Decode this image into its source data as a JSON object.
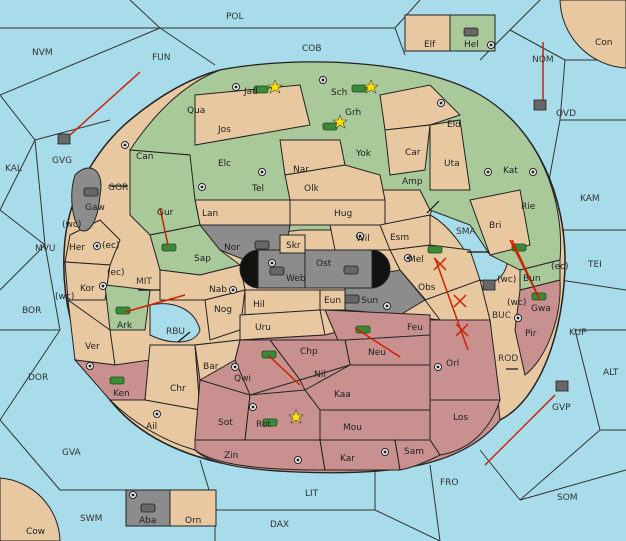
{
  "colors": {
    "sea": "#a8dcea",
    "neutral": "#e8c8a0",
    "green": "#a9c99a",
    "red": "#c99090",
    "gray": "#8c8c8c",
    "arrow": "#cc2200",
    "border": "#222222"
  },
  "sea_regions": {
    "POL": "POL",
    "COB": "COB",
    "NVM": "NVM",
    "FUN": "FUN",
    "NOM": "NOM",
    "OVD": "OVD",
    "KAL": "KAL",
    "GVG": "GVG",
    "GOR": "GOR",
    "KAM": "KAM",
    "MVU": "MVU",
    "SMA": "SMA",
    "TEI": "TEI",
    "BOR": "BOR",
    "MIT": "MIT",
    "RBU": "RBU",
    "BUC": "BUC",
    "KUP": "KUP",
    "DOR": "DOR",
    "ROD": "ROD",
    "ALT": "ALT",
    "GVP": "GVP",
    "GVA": "GVA",
    "FRO": "FRO",
    "SOM": "SOM",
    "LIT": "LIT",
    "SWM": "SWM",
    "DAX": "DAX"
  },
  "land_regions": {
    "Jad": "Jad",
    "Sch": "Sch",
    "Grh": "Grh",
    "Qua": "Qua",
    "Jos": "Jos",
    "Can": "Can",
    "Eld": "Eld",
    "Yok": "Yok",
    "Car": "Car",
    "Uta": "Uta",
    "Elc": "Elc",
    "Nar": "Nar",
    "Tel": "Tel",
    "Olk": "Olk",
    "Amp": "Amp",
    "Kat": "Kat",
    "Gaw": "Gaw",
    "Gur": "Gur",
    "Lan": "Lan",
    "Hug": "Hug",
    "Rie": "Rie",
    "Bri": "Bri",
    "Wil": "Wil",
    "Esm": "Esm",
    "Nor": "Nor",
    "Skr": "Skr",
    "Ost": "Ost",
    "Sap": "Sap",
    "Web": "Web",
    "Mel": "Mel",
    "Her": "Her",
    "Kor": "Kor",
    "Ark": "Ark",
    "Nab": "Nab",
    "Eun": "Eun",
    "Sun": "Sun",
    "Obs": "Obs",
    "Hil": "Hil",
    "Nog": "Nog",
    "Bun": "Bun",
    "Gwa": "Gwa",
    "Uru": "Uru",
    "Feu": "Feu",
    "Pir": "Pir",
    "Ver": "Ver",
    "Bar": "Bar",
    "Chp": "Chp",
    "Neu": "Neu",
    "Orl": "Orl",
    "Ken": "Ken",
    "Qwi": "Qwi",
    "Nil": "Nil",
    "Chr": "Chr",
    "Kaa": "Kaa",
    "Ail": "Ail",
    "Sot": "Sot",
    "Rot": "Rot",
    "Mou": "Mou",
    "Los": "Los",
    "Zin": "Zin",
    "Kar": "Kar",
    "Sam": "Sam",
    "Elf": "Elf",
    "Hel": "Hel",
    "Con": "Con",
    "Aba": "Aba",
    "Orn": "Orn",
    "Cow": "Cow"
  },
  "coast_markers": {
    "wc1": "(wc)",
    "ec1": "(ec)",
    "ec2": "(ec)",
    "wc2": "(wc)",
    "wc3": "(wc)",
    "ec3": "(ec)",
    "wc4": "(wc)"
  }
}
